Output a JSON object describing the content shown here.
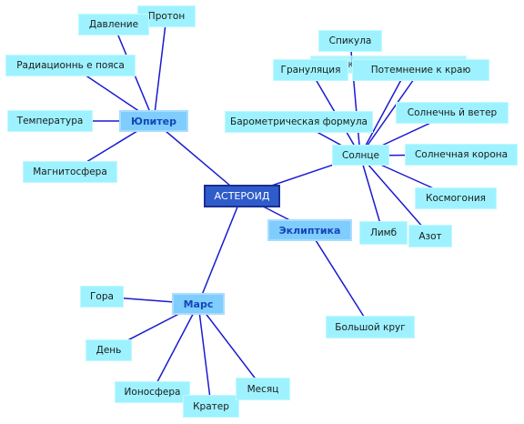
{
  "colors": {
    "edge": "#1a1ad1",
    "leaf": "#9ef2ff",
    "category": "#7fcdfd",
    "root": "#2f5ccb"
  },
  "nodes": {
    "root": "АСТЕРОИД",
    "jupiter": "Юпитер",
    "sun": "Солнце",
    "ecliptic": "Эклиптика",
    "mars": "Марс",
    "proton": "Протон",
    "pressure": "Давление",
    "radiation_belt": "Радиационнь е пояса",
    "temperature": "Температура",
    "magnetosphere": "Магнитосфера",
    "spicule": "Спикула",
    "effective_temperature": "Эффективная температура",
    "granulation": "Грануляция",
    "limb_darkening": "Потемнение к краю",
    "barometric_formula": "Барометрическая формула",
    "solar_wind": "Солнечнь й ветер",
    "solar_corona": "Солнечная корона",
    "cosmogony": "Космогония",
    "limb": "Лимб",
    "nitrogen": "Азот",
    "great_circle": "Большой круг",
    "mountain": "Гора",
    "day": "День",
    "ionosphere": "Ионосфера",
    "crater": "Кратер",
    "month": "Месяц"
  }
}
